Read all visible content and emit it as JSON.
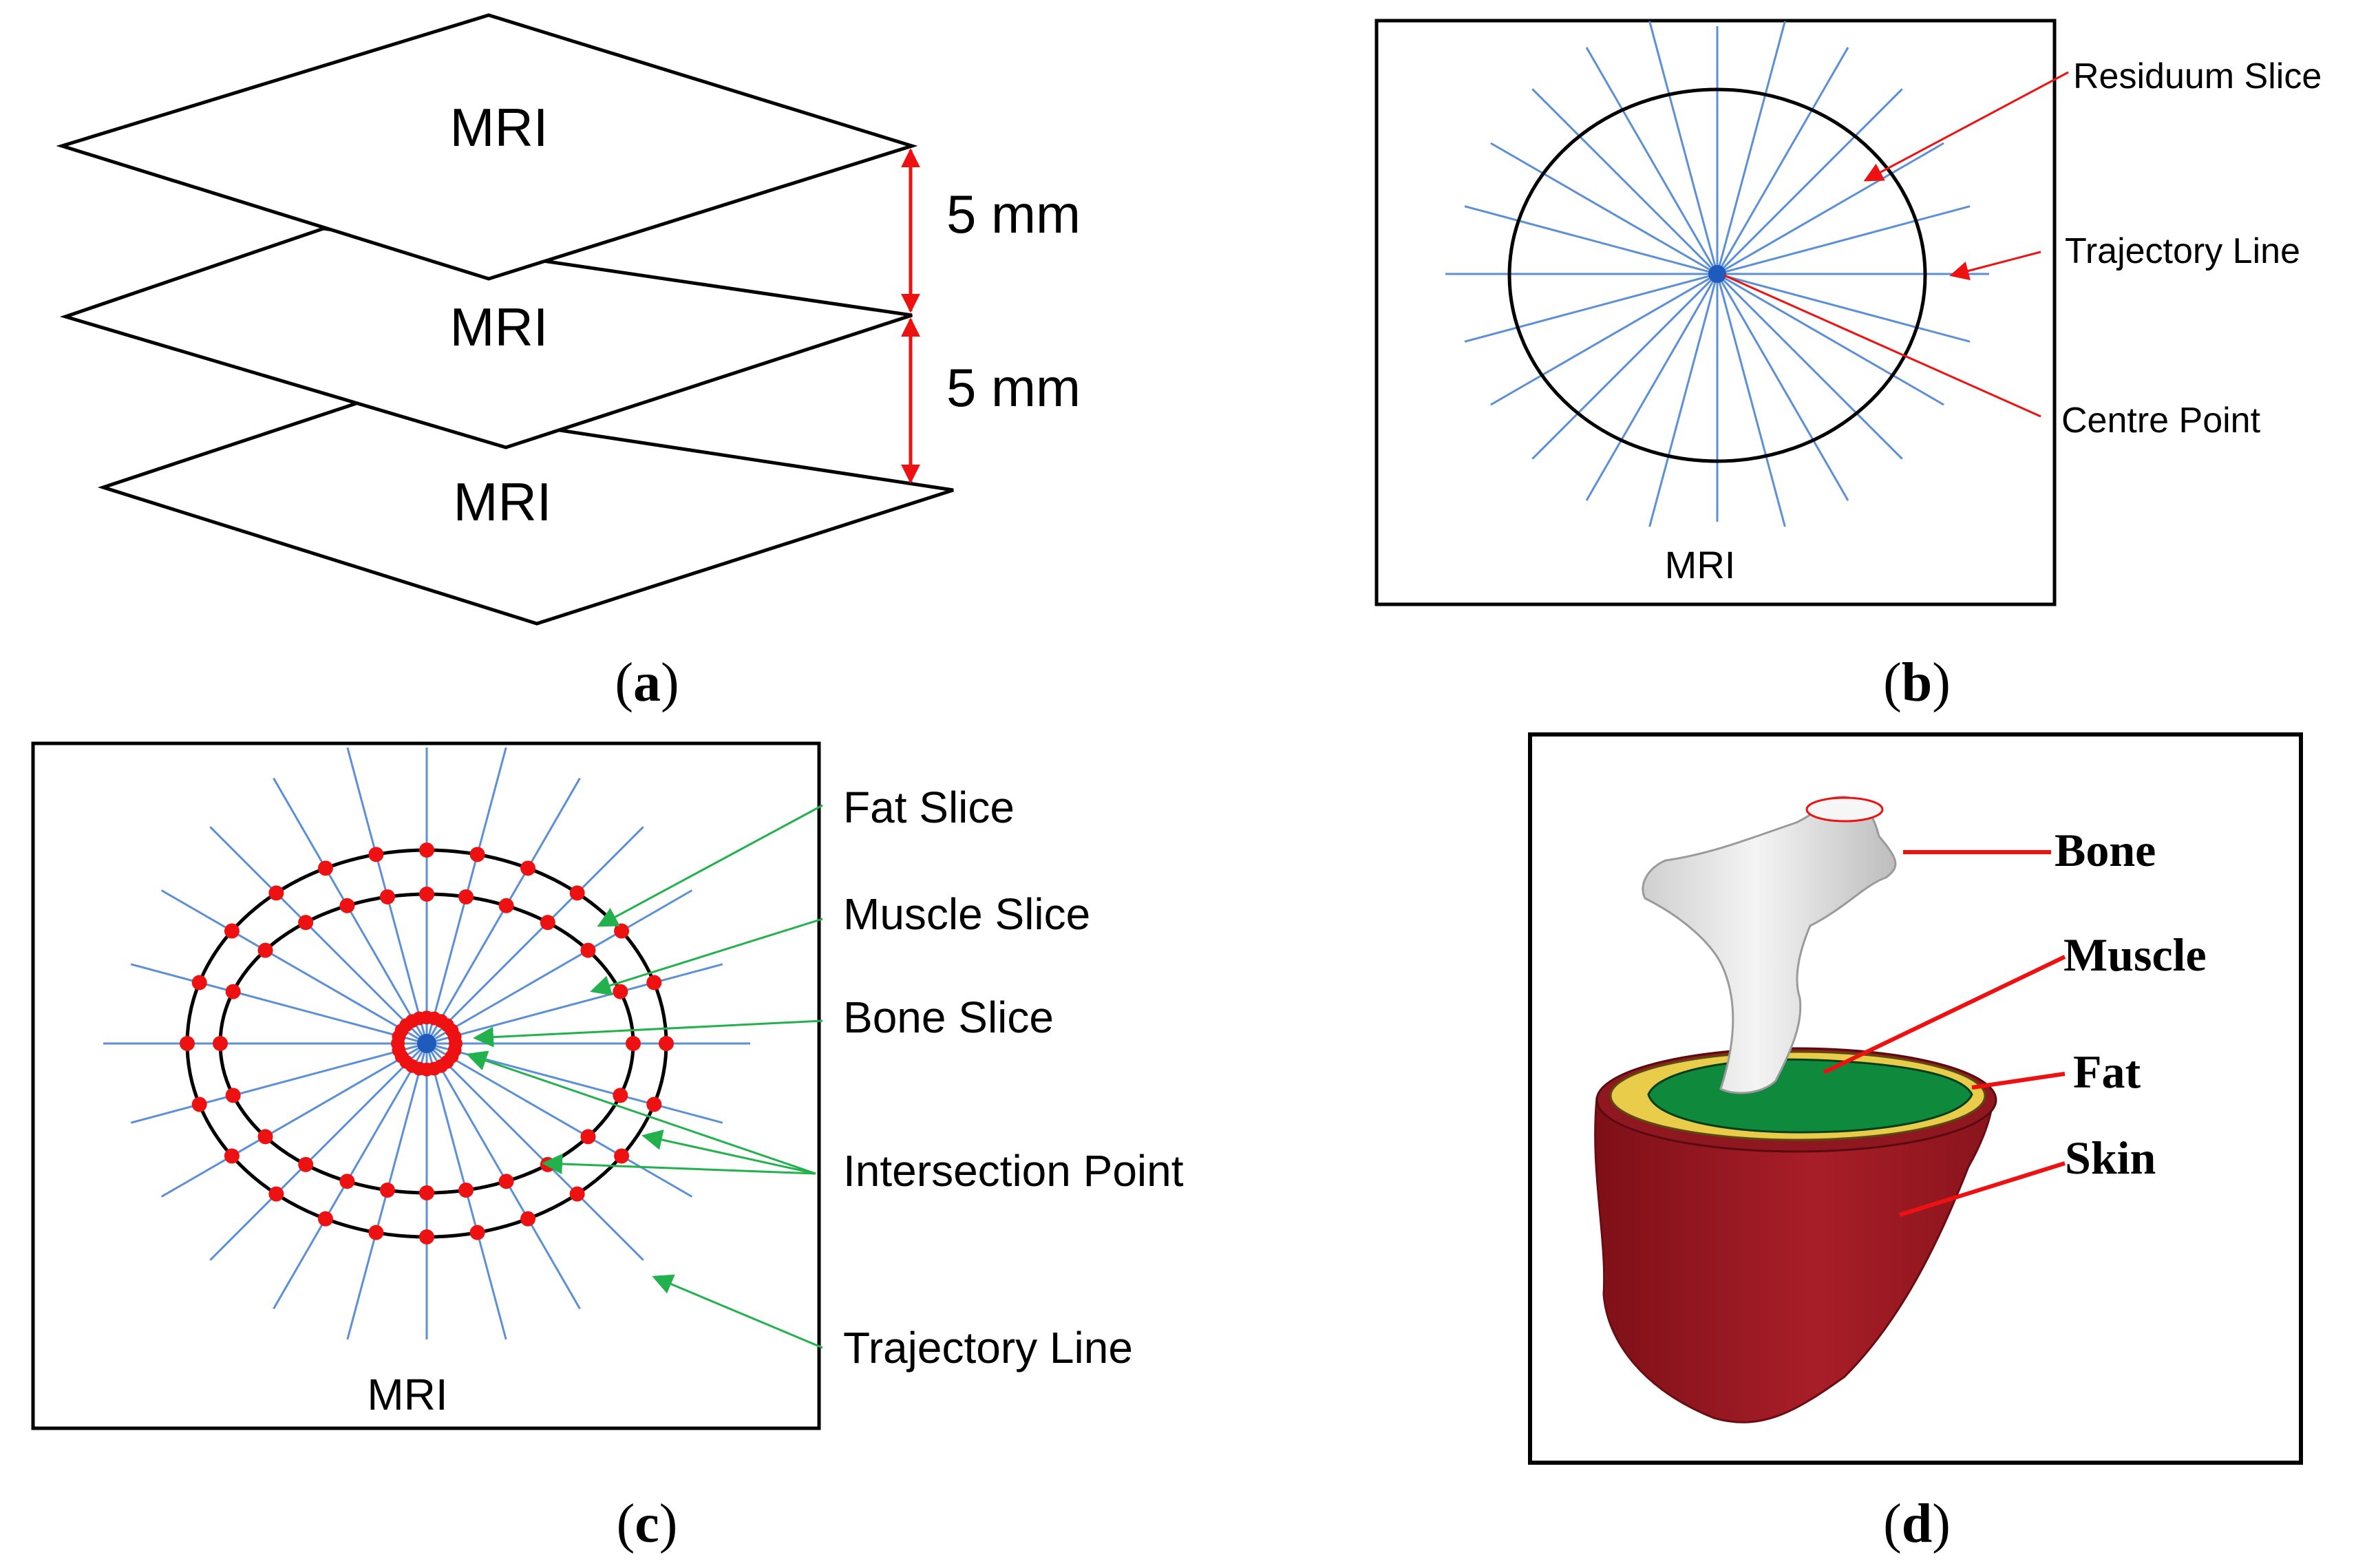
{
  "panel_a": {
    "slice_labels": [
      "MRI",
      "MRI",
      "MRI"
    ],
    "gap_labels": [
      "5 mm",
      "5 mm"
    ],
    "caption_letter": "a"
  },
  "panel_b": {
    "inner_label": "MRI",
    "callouts": [
      "Residuum Slice",
      "Trajectory Line",
      "Centre Point"
    ],
    "caption_letter": "b"
  },
  "panel_c": {
    "inner_label": "MRI",
    "callouts": [
      "Fat Slice",
      "Muscle Slice",
      "Bone Slice",
      "Intersection Point",
      "Trajectory Line"
    ],
    "caption_letter": "c"
  },
  "panel_d": {
    "labels": [
      "Bone",
      "Muscle",
      "Fat",
      "Skin"
    ],
    "caption_letter": "d"
  },
  "colors": {
    "trajectory_line": "#5b8fd6",
    "intersection_point": "#ee1111",
    "callout_red": "#ee1111",
    "callout_green": "#22b14c",
    "centre_point": "#1f5bbd",
    "bone": "#e6e6e6",
    "muscle": "#0f8a3c",
    "fat": "#e8cc4a",
    "skin": "#a01c25"
  }
}
